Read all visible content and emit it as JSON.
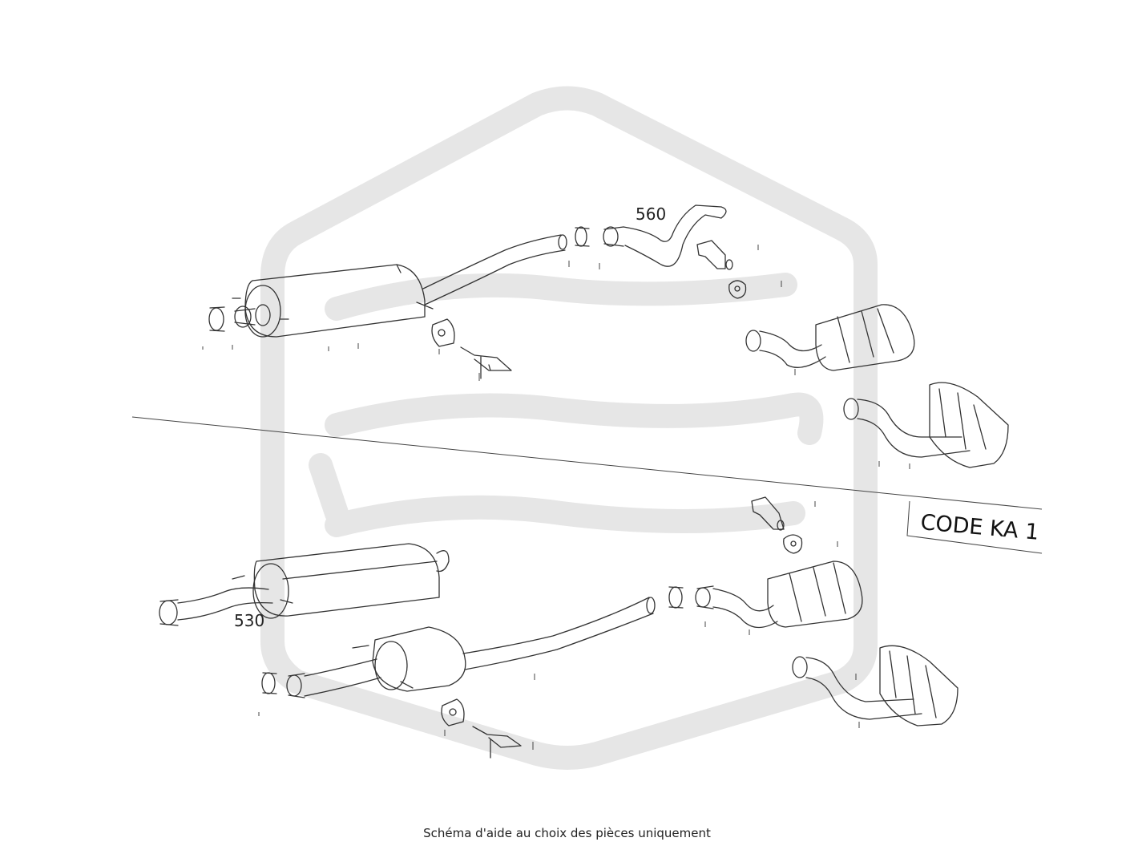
{
  "diagram": {
    "part_labels": [
      "560",
      "530"
    ],
    "code_box_label": "CODE KA 1",
    "watermark_color": "#e6e6e6",
    "line_color": "#333333"
  },
  "caption": "Schéma d'aide au choix des pièces uniquement"
}
